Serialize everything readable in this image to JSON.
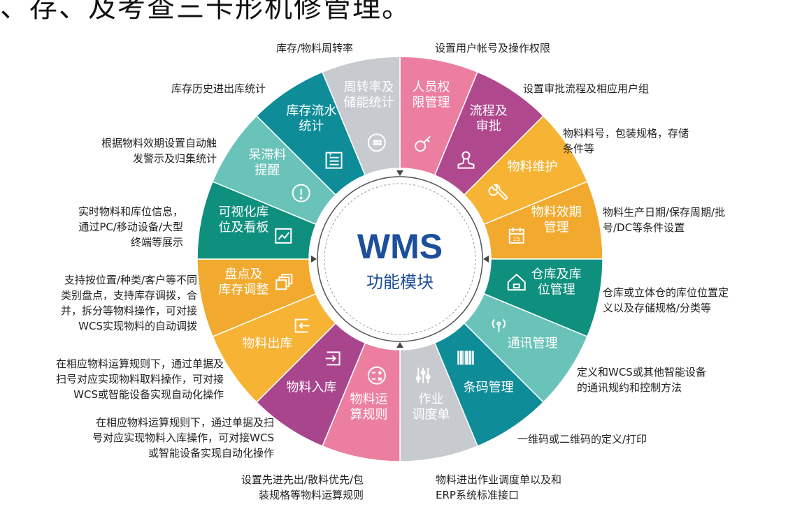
{
  "top_fragment": "、存、及考查三卡形机修管理。",
  "center": {
    "title": "WMS",
    "subtitle": "功能模块"
  },
  "segments": [
    {
      "label": "人员权\n限管理",
      "icon": "key-icon",
      "color": "#EC7FA0",
      "desc": "设置用户帐号及操作权限"
    },
    {
      "label": "流程及\n审批",
      "icon": "stamp-icon",
      "color": "#B0488E",
      "desc": "设置审批流程及相应用户组"
    },
    {
      "label": "物料维护",
      "icon": "wrench-icon",
      "color": "#F6B334",
      "desc": "物料料号，包装规格，存储\n条件等"
    },
    {
      "label": "物料效期\n管理",
      "icon": "calendar-icon",
      "color": "#F2AA2E",
      "desc": "物料生产日期/保存周期/批\n号/DC等条件设置"
    },
    {
      "label": "仓库及库\n位管理",
      "icon": "warehouse-icon",
      "color": "#0F8F7E",
      "desc": "仓库或立体仓的库位位置定\n义以及存储规格/分类等"
    },
    {
      "label": "通讯管理",
      "icon": "signal-icon",
      "color": "#6AC3B8",
      "desc": "定义和WCS或其他智能设备\n的通讯规约和控制方法"
    },
    {
      "label": "条码管理",
      "icon": "barcode-icon",
      "color": "#0E8C98",
      "desc": "一维码或二维码的定义/打印"
    },
    {
      "label": "作业\n调度单",
      "icon": "sliders-icon",
      "color": "#C7CBCF",
      "desc": "物料进出作业调度单以及和\nERP系统标准接口"
    },
    {
      "label": "物料运\n算规则",
      "icon": "calculator-icon",
      "color": "#EC7FA0",
      "desc": "设置先进先出/散料优先/包\n装规格等物料运算规则"
    },
    {
      "label": "物料入库",
      "icon": "inbound-icon",
      "color": "#A9458C",
      "desc": "在相应物料运算规则下，通过单据及扫\n号对应实现物料入库操作，可对接WCS\n或智能设备实现自动化操作"
    },
    {
      "label": "物料出库",
      "icon": "outbound-icon",
      "color": "#F6B334",
      "desc": "在相应物料运算规则下，通过单据及\n扫号对应实现物料取料操作，可对接\nWCS或智能设备实现自动化操作"
    },
    {
      "label": "盘点及\n库存调整",
      "icon": "stack-icon",
      "color": "#F2AA2E",
      "desc": "支持按位置/种类/客户等不同\n类别盘点，支持库存调拨，合\n并，拆分等物料操作，可对接\nWCS实现物料的自动调拨"
    },
    {
      "label": "可视化库\n位及看板",
      "icon": "chart-icon",
      "color": "#0F8F7E",
      "desc": "实时物料和库位信息，\n通过PC/移动设备/大型\n终端等展示"
    },
    {
      "label": "呆滞料\n提醒",
      "icon": "alert-icon",
      "color": "#6AC3B8",
      "desc": "根据物料效期设置自动触\n发警示及归集统计"
    },
    {
      "label": "库存流水\n统计",
      "icon": "ledger-icon",
      "color": "#0E8C98",
      "desc": "库存历史进出库统计"
    },
    {
      "label": "周转率及\n储能统计",
      "icon": "cycle-icon",
      "color": "#C7CBCF",
      "desc": "库存/物料周转率"
    }
  ]
}
